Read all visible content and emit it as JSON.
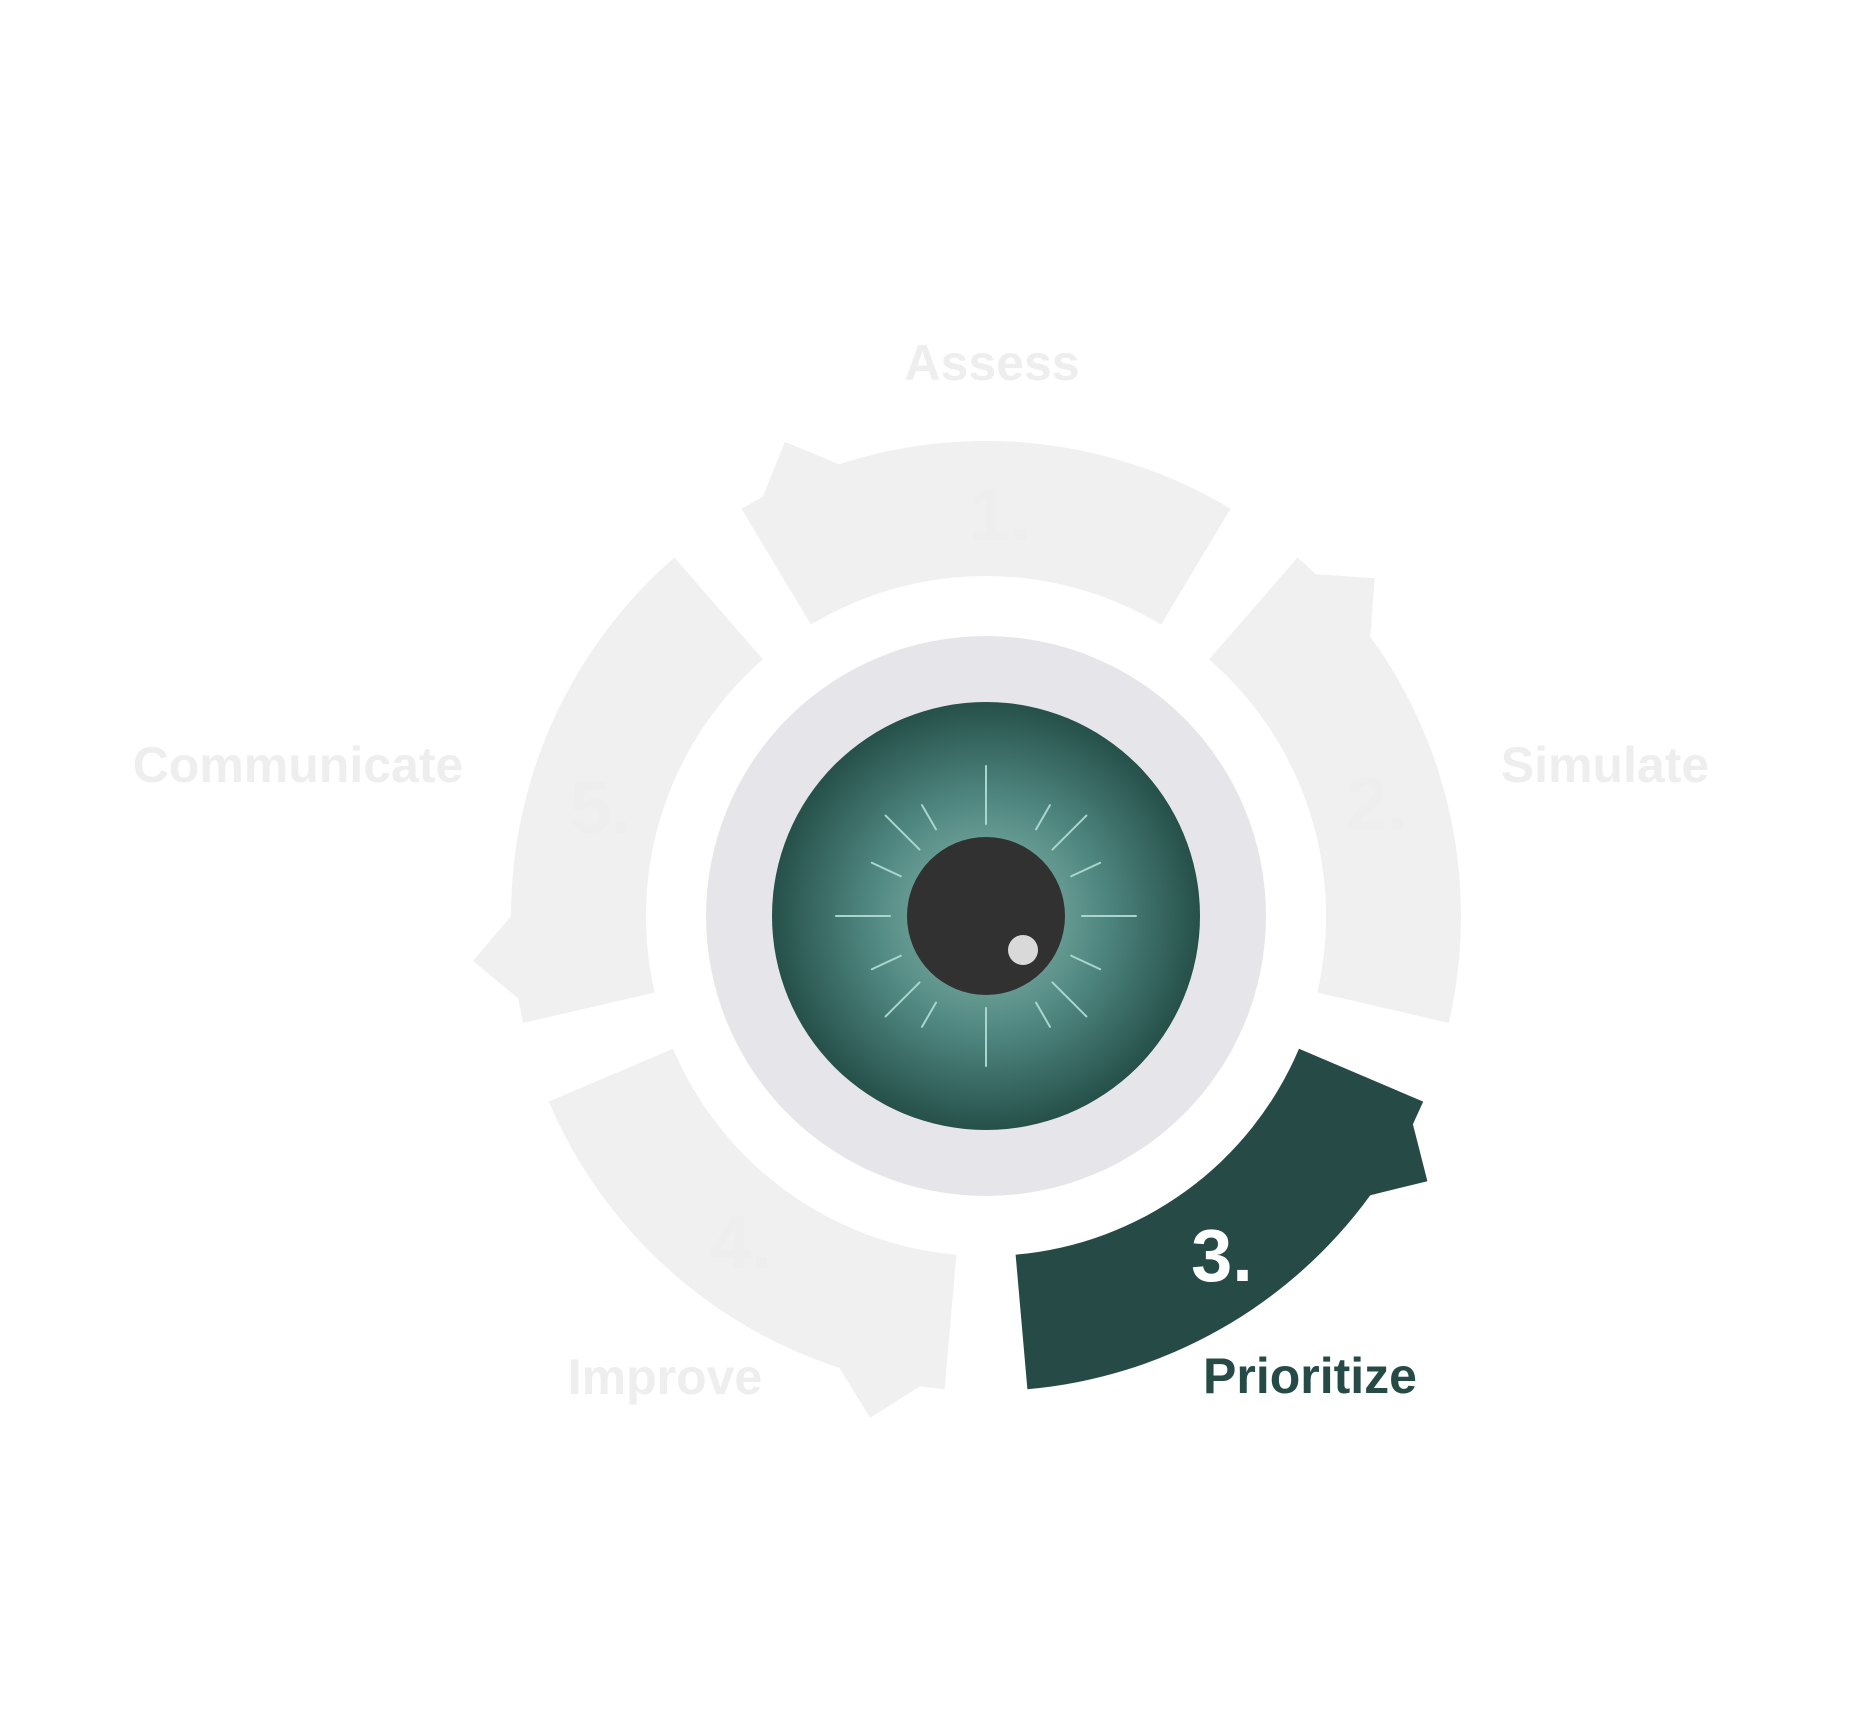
{
  "steps": [
    {
      "number": "1.",
      "label": "Assess",
      "active": false
    },
    {
      "number": "2.",
      "label": "Simulate",
      "active": false
    },
    {
      "number": "3.",
      "label": "Prioritize",
      "active": true
    },
    {
      "number": "4.",
      "label": "Improve",
      "active": false
    },
    {
      "number": "5.",
      "label": "Communicate",
      "active": false
    }
  ],
  "colors": {
    "inactive_segment": "#eff0ef",
    "active_segment": "#264b47",
    "inactive_text": "#eeeeee",
    "active_number": "#ffffff",
    "active_label": "#264b47",
    "inner_ring": "#e6e6ea",
    "iris_center": "#8fbdb2",
    "iris_edge": "#26504a",
    "pupil": "#313131",
    "highlight": "#d9d9d9",
    "iris_lines": "#a9d6cc"
  }
}
